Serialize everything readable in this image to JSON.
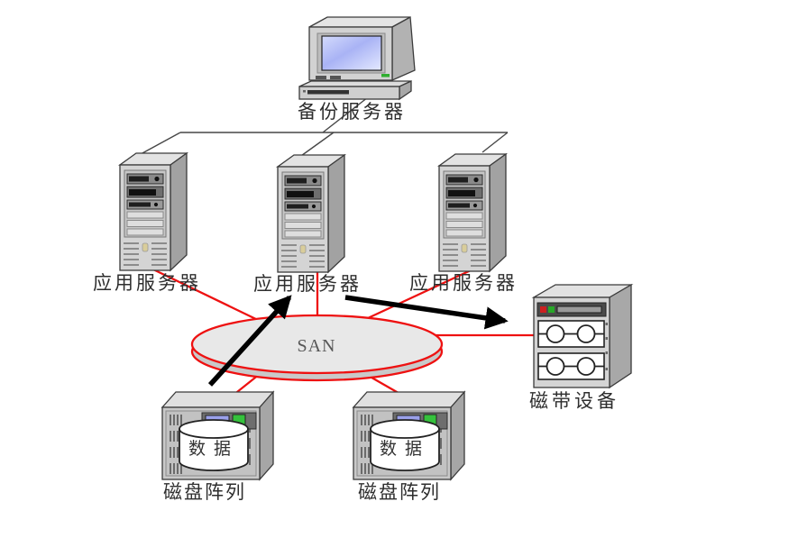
{
  "diagram": {
    "backup_server": {
      "label": "备份服务器"
    },
    "app_servers": [
      {
        "label": "应用服务器"
      },
      {
        "label": "应用服务器"
      },
      {
        "label": "应用服务器"
      }
    ],
    "san": {
      "label": "SAN"
    },
    "tape_device": {
      "label": "磁带设备"
    },
    "disk_arrays": [
      {
        "label": "磁盘阵列",
        "data_label": "数据"
      },
      {
        "label": "磁盘阵列",
        "data_label": "数据"
      }
    ],
    "colors": {
      "san_link_red": "#ee1111",
      "lan_line_gray": "#474747",
      "arrow_black": "#000000",
      "san_fill": "#e8e8e8",
      "screen_blue": "#a9b3f5",
      "led_green": "#2fae2f",
      "led_red": "#cc2020"
    }
  }
}
